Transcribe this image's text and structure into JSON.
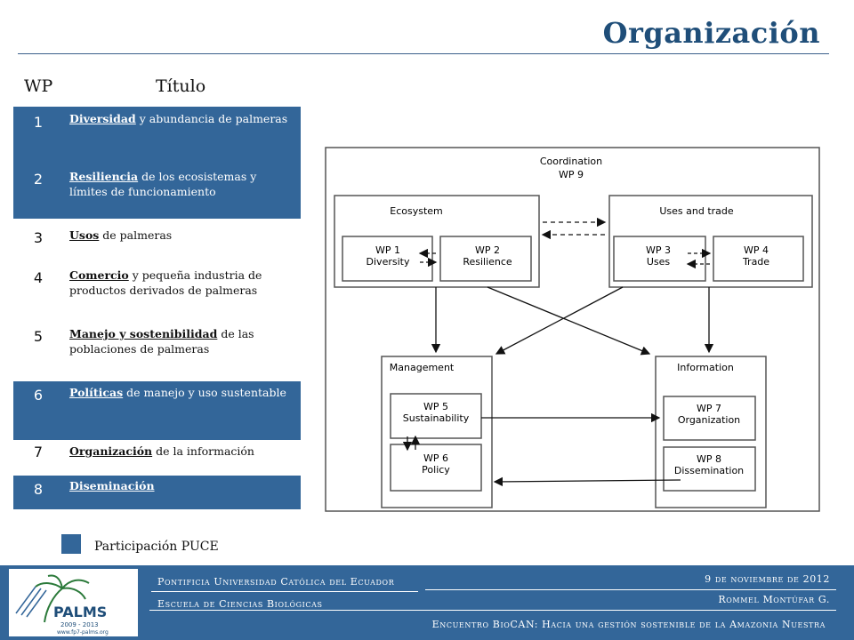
{
  "title": "Organización",
  "header": {
    "wp": "WP",
    "titulo": "Título"
  },
  "rows": [
    {
      "num": "1",
      "label": "Diversidad",
      "rest": " y abundancia de palmeras",
      "style": "blue"
    },
    {
      "num": "2",
      "label": "Resiliencia",
      "rest": " de los ecosistemas y límites de funcionamiento",
      "style": "blue"
    },
    {
      "num": "3",
      "label": "Usos",
      "rest": " de palmeras",
      "style": "white"
    },
    {
      "num": "4",
      "label": "Comercio",
      "rest": " y pequeña industria de productos derivados de palmeras",
      "style": "white"
    },
    {
      "num": "5",
      "label": "Manejo y sostenibilidad",
      "rest": " de las poblaciones de palmeras",
      "style": "white"
    },
    {
      "num": "6",
      "label": "Políticas",
      "rest": " de manejo y uso sustentable",
      "style": "blue"
    },
    {
      "num": "7",
      "label": "Organización",
      "rest": " de la información",
      "style": "white"
    },
    {
      "num": "8",
      "label": "Diseminación",
      "rest": "",
      "style": "blue"
    }
  ],
  "legend": "Participación PUCE",
  "diagram": {
    "coordination": "Coordination",
    "wp9": "WP 9",
    "ecosystem": "Ecosystem",
    "uses_trade": "Uses and trade",
    "management": "Management",
    "information": "Information",
    "wp1": [
      "WP 1",
      "Diversity"
    ],
    "wp2": [
      "WP 2",
      "Resilience"
    ],
    "wp3": [
      "WP 3",
      "Uses"
    ],
    "wp4": [
      "WP 4",
      "Trade"
    ],
    "wp5": [
      "WP 5",
      "Sustainability"
    ],
    "wp6": [
      "WP 6",
      "Policy"
    ],
    "wp7": [
      "WP 7",
      "Organization"
    ],
    "wp8": [
      "WP 8",
      "Dissemination"
    ]
  },
  "footer": {
    "university": "Pontificia Universidad Católica del Ecuador",
    "school": "Escuela de Ciencias Biológicas",
    "date": "9 de noviembre de 2012",
    "author": "Rommel Montúfar G.",
    "event": "Encuentro BioCAN: Hacia una gestión sostenible de la Amazonia Nuestra",
    "logo_name": "PALMS",
    "logo_years": "2009 - 2013",
    "logo_url": "www.fp7-palms.org"
  },
  "colors": {
    "accent": "#336699",
    "title": "#1f4e79"
  }
}
